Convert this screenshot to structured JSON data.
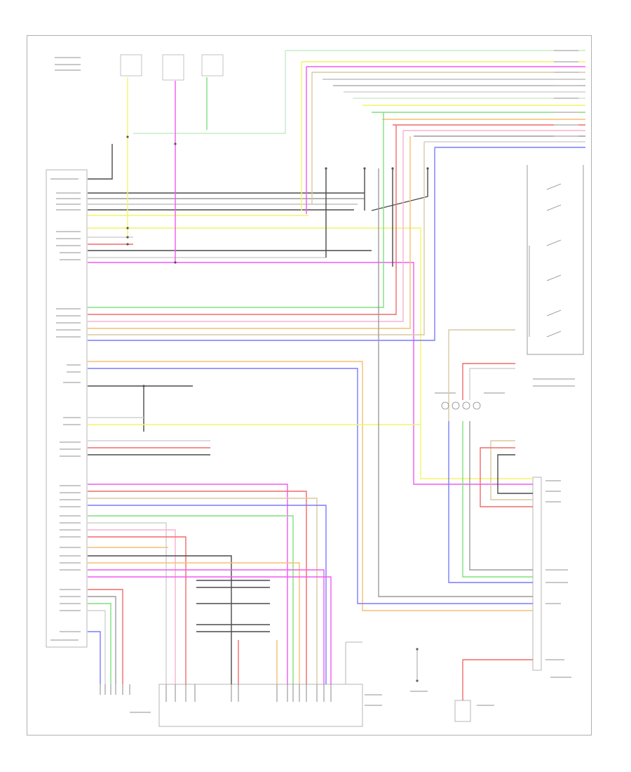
{
  "diagram": {
    "footer_code": "",
    "colors": {
      "yellow": "#f4f46a",
      "magenta": "#f05af0",
      "green": "#7ee07e",
      "red": "#f26a6a",
      "blue": "#7a7aff",
      "orange": "#f6bf72",
      "tan": "#d8c9a0",
      "gray": "#9c9c9c",
      "dark": "#4a4a4a",
      "pink": "#f7b2d0",
      "lightgreen": "#c6ecc6"
    },
    "components": [
      {
        "id": "audio-unit",
        "label": ""
      },
      {
        "id": "combination-switch",
        "label": ""
      },
      {
        "id": "av-switch",
        "label": ""
      },
      {
        "id": "front-door-speaker-lh",
        "label": ""
      },
      {
        "id": "rear-view-monitor",
        "label": ""
      },
      {
        "id": "steering-audio-switch",
        "label": ""
      },
      {
        "id": "audio-connector-bottom",
        "label": ""
      },
      {
        "id": "rear-speaker",
        "label": ""
      }
    ]
  }
}
